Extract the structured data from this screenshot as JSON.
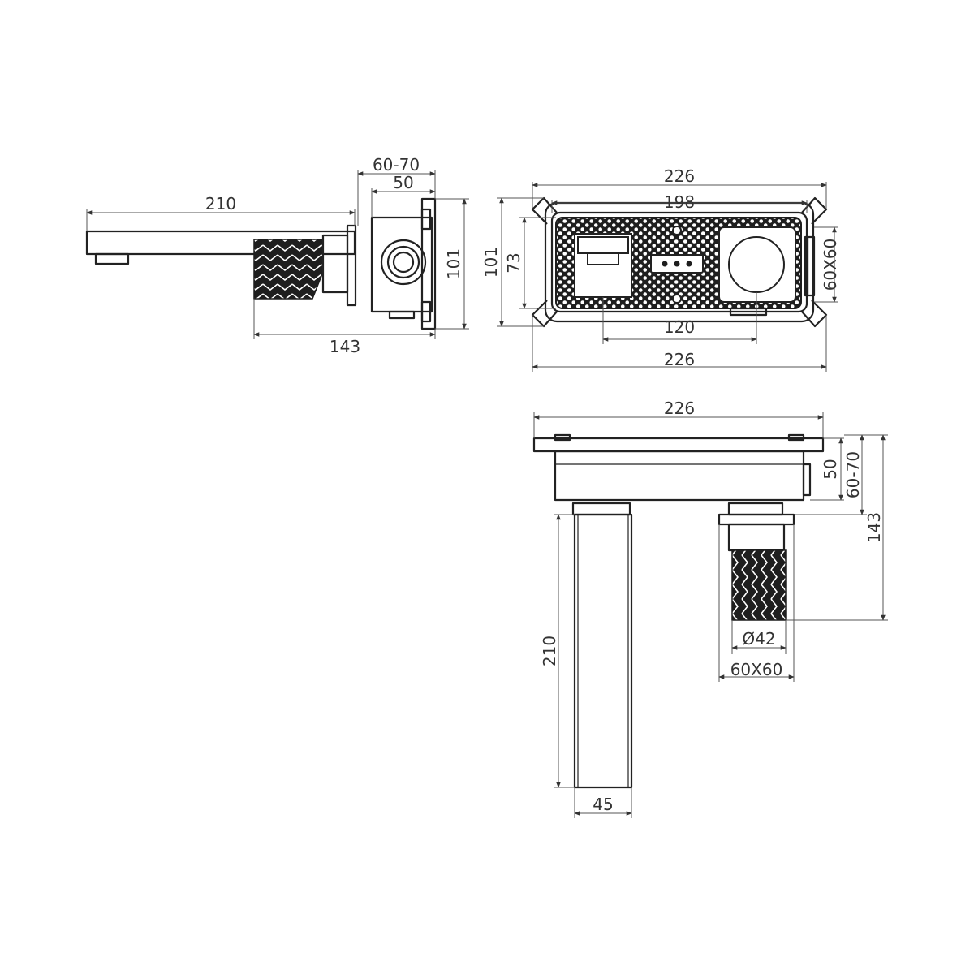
{
  "colors": {
    "line": "#222222",
    "dimension": "#555555",
    "fill_dark": "#1e1e1e",
    "background": "#ffffff"
  },
  "side_view": {
    "spout_length": "210",
    "depth_range": "60-70",
    "box_depth": "50",
    "box_height": "101",
    "overall_depth": "143"
  },
  "front_view": {
    "plate_width": "226",
    "inner_width": "198",
    "plate_height": "101",
    "inner_height": "73",
    "handle_size": "60X60",
    "centers": "120",
    "overall_width": "226"
  },
  "top_view": {
    "plate_width": "226",
    "box_depth": "50",
    "depth_range": "60-70",
    "overall_depth": "143",
    "spout_length": "210",
    "spout_width": "45",
    "handle_diameter": "Ø42",
    "handle_size": "60X60"
  }
}
